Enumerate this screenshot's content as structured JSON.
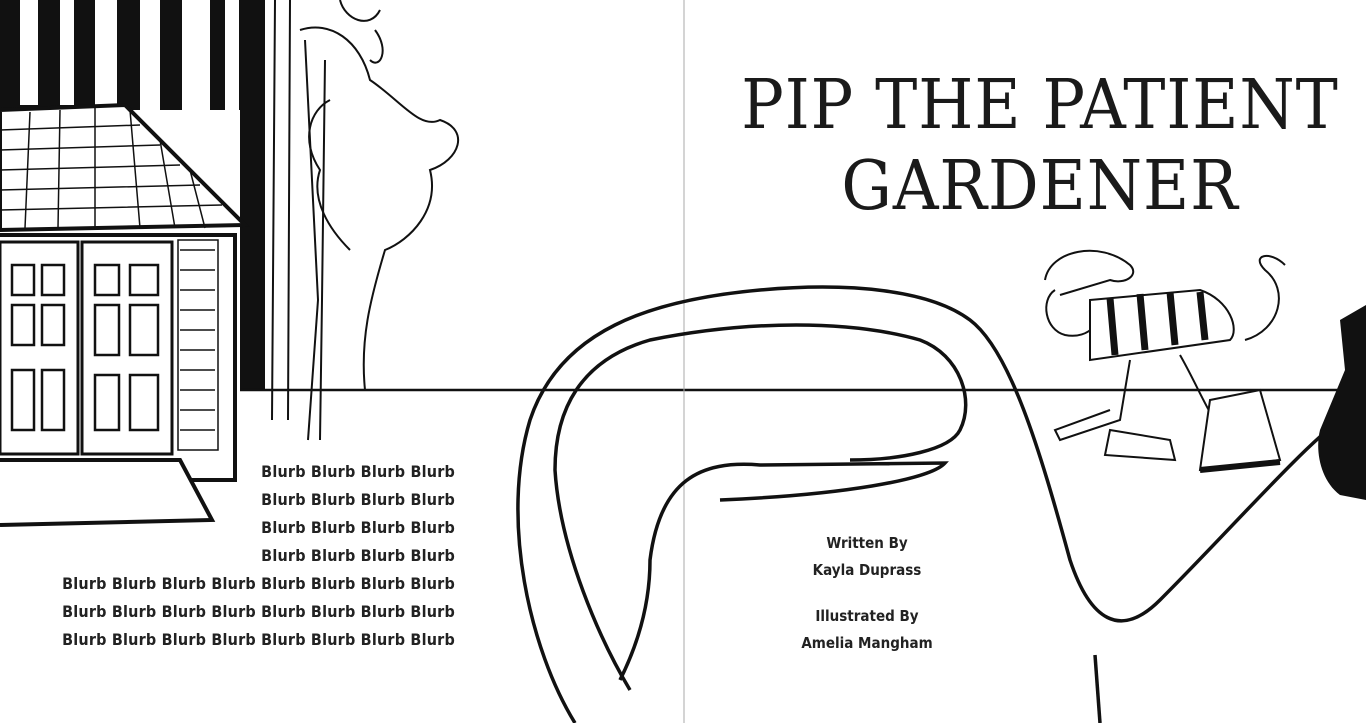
{
  "cover": {
    "title_line1": "PIP THE PATIENT",
    "title_line2": "GARDENER",
    "written_by_label": "Written By",
    "author": "Kayla Duprass",
    "illustrated_by_label": "Illustrated By",
    "illustrator": "Amelia Mangham"
  },
  "back": {
    "blurb_lines": [
      "Blurb Blurb Blurb Blurb",
      "Blurb Blurb Blurb Blurb",
      "Blurb Blurb Blurb Blurb",
      "Blurb Blurb Blurb Blurb",
      "Blurb Blurb Blurb Blurb Blurb Blurb Blurb Blurb",
      "Blurb Blurb Blurb Blurb Blurb Blurb Blurb Blurb",
      "Blurb Blurb Blurb Blurb Blurb Blurb Blurb Blurb"
    ]
  }
}
